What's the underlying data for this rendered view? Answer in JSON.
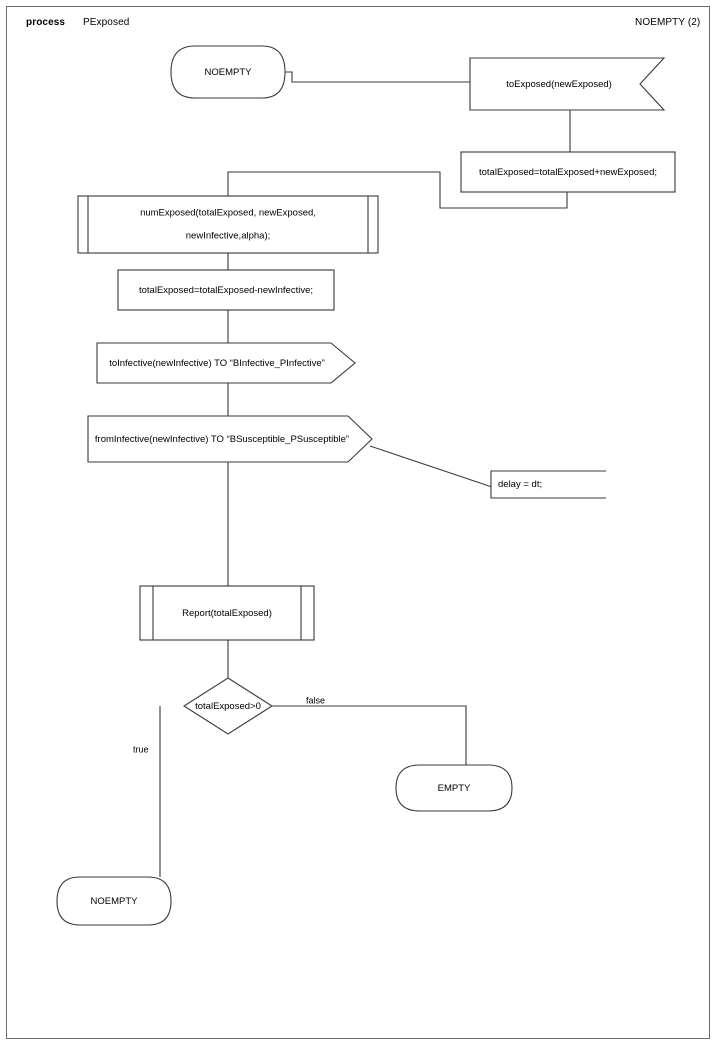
{
  "header": {
    "kind_label": "process",
    "process_name": "PExposed",
    "state_label": "NOEMPTY (2)"
  },
  "diagram": {
    "type": "flowchart",
    "title": "PExposed process flowchart",
    "nodes": [
      {
        "id": "start_noempty",
        "shape": "terminal",
        "text": "NOEMPTY"
      },
      {
        "id": "to_exposed",
        "shape": "signal-receive",
        "text": "toExposed(newExposed)"
      },
      {
        "id": "total_add",
        "shape": "process",
        "text": "totalExposed=totalExposed+newExposed;"
      },
      {
        "id": "num_exposed",
        "shape": "predefined-process",
        "line1": "numExposed(totalExposed, newExposed,",
        "line2": "newInfective,alpha);"
      },
      {
        "id": "total_sub",
        "shape": "process",
        "text": "totalExposed=totalExposed-newInfective;"
      },
      {
        "id": "to_infective",
        "shape": "signal-send",
        "text": "toInfective(newInfective) TO “BInfective_PInfective”"
      },
      {
        "id": "from_infective",
        "shape": "signal-send",
        "text": "fromInfective(newInfective) TO “BSusceptible_PSusceptible”"
      },
      {
        "id": "delay_note",
        "shape": "annotation",
        "text": "delay = dt;"
      },
      {
        "id": "report",
        "shape": "predefined-process",
        "text": "Report(totalExposed)"
      },
      {
        "id": "decision",
        "shape": "decision",
        "text": "totalExposed>0"
      },
      {
        "id": "end_empty",
        "shape": "terminal",
        "text": "EMPTY"
      },
      {
        "id": "end_noempty",
        "shape": "terminal",
        "text": "NOEMPTY"
      }
    ],
    "edge_labels": {
      "decision_true": "true",
      "decision_false": "false"
    },
    "colors": {
      "stroke": "#3a3a3a",
      "fill": "#ffffff",
      "frame": "#6b6b70",
      "text": "#000000"
    }
  }
}
